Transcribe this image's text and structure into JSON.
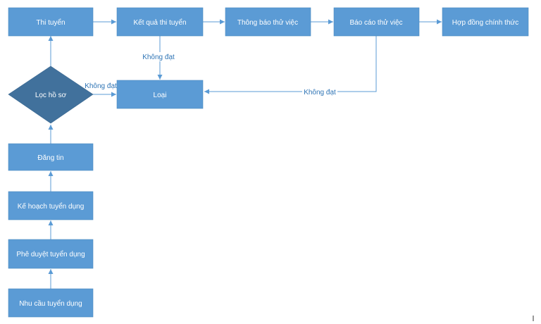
{
  "diagram": {
    "nodes": {
      "thi_tuyen": "Thi tuyển",
      "ket_qua_thi_tuyen": "Kết quả thi tuyển",
      "thong_bao_thu_viec": "Thông báo thử việc",
      "bao_cao_thu_viec": "Báo cáo thử việc",
      "hop_dong_chinh_thuc": "Hợp đồng chính thức",
      "loc_ho_so": "Lọc hồ sơ",
      "loai": "Loại",
      "dang_tin": "Đăng tin",
      "ke_hoach_tuyen_dung": "Kế hoạch tuyển dụng",
      "phe_duyet_tuyen_dung": "Phê duyệt tuyển dụng",
      "nhu_cau_tuyen_dung": "Nhu cầu tuyển dụng"
    },
    "edge_labels": {
      "ket_qua_to_loai": "Không đạt",
      "loc_ho_so_to_loai": "Không đạt",
      "bao_cao_to_loai": "Không đạt"
    },
    "colors": {
      "process_fill": "#5b9bd5",
      "decision_fill": "#41719c",
      "connector": "#5b9bd5",
      "label_text": "#2e74b5"
    }
  }
}
